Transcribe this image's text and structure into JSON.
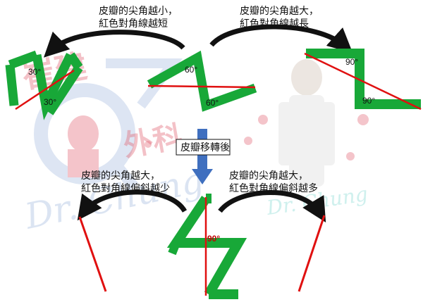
{
  "captions": {
    "top_left": [
      "皮瓣的尖角越小，",
      "紅色對角線越短"
    ],
    "top_right": [
      "皮瓣的尖角越大，",
      "紅色對角線越長"
    ],
    "bottom_left": [
      "皮瓣的尖角越大，",
      "紅色對角線偏斜越少"
    ],
    "bottom_right": [
      "皮瓣的尖角越大，",
      "紅色對角線偏斜越多"
    ]
  },
  "center_box": {
    "label": "皮瓣移轉後"
  },
  "angles": {
    "z_small_top": "30°",
    "z_small_bottom": "30°",
    "z_mid_top": "60°",
    "z_mid_bottom": "60°",
    "z_large_top": "90°",
    "z_large_bottom": "90°",
    "z_after": "90°"
  },
  "watermark": {
    "line1": "崔建",
    "line2": "外科",
    "script1": "Dr. Chung",
    "script2": "Dr. Chung"
  },
  "colors": {
    "flap_green": "#18a838",
    "diagonal_red": "#e01010",
    "arrow_black": "#111111",
    "box_arrow_blue": "#3f6fbf",
    "watermark_pink": "#e05a6a",
    "watermark_blue": "#9fb7dd",
    "watermark_teal": "#7dd6d0"
  }
}
